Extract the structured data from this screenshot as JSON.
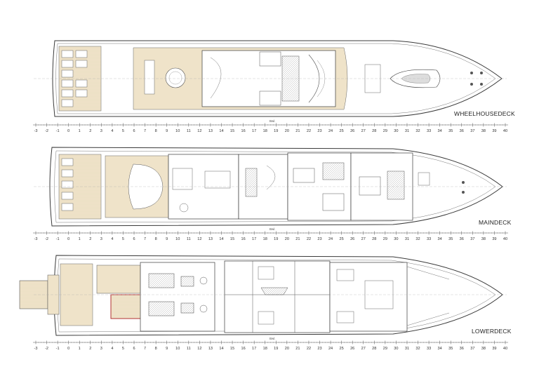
{
  "decks": [
    {
      "key": "wheelhouse",
      "label": "WHEELHOUSEDECK"
    },
    {
      "key": "main",
      "label": "MAINDECK"
    },
    {
      "key": "lower",
      "label": "LOWERDECK"
    }
  ],
  "scale": {
    "ticks": [
      "-3",
      "-2",
      "-1",
      "0",
      "1",
      "2",
      "3",
      "4",
      "5",
      "6",
      "7",
      "8",
      "9",
      "10",
      "11",
      "12",
      "13",
      "14",
      "15",
      "16",
      "17",
      "18",
      "19",
      "20",
      "21",
      "22",
      "23",
      "24",
      "25",
      "26",
      "27",
      "28",
      "29",
      "30",
      "31",
      "32",
      "33",
      "34",
      "35",
      "36",
      "37",
      "38",
      "39",
      "40"
    ],
    "frame_marker": "Bwl."
  },
  "colors": {
    "line": "#3a3a3a",
    "deck_teak": "#efe3c9",
    "highlight": "#b03030"
  }
}
